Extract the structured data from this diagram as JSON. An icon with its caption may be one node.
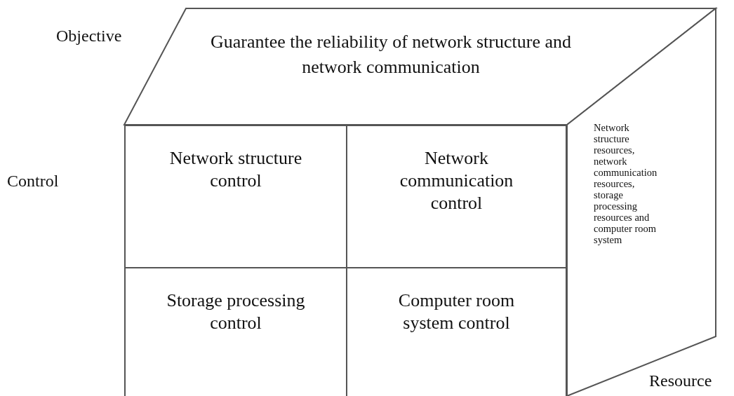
{
  "diagram": {
    "nodes": [
      {
        "text": [
          "Guarantee the reliability of network structure and network communication"
        ]
      },
      {
        "text": [
          "Network structure control"
        ]
      },
      {
        "text": [
          "Network communication control"
        ]
      },
      {
        "text": [
          "Storage processing control"
        ]
      },
      {
        "text": [
          "Computer room system control"
        ]
      },
      {
        "text": [
          "Network structure resources, network communication resources, storage processing resources and computer room system"
        ]
      }
    ],
    "edges": [],
    "labels": [
      "Objective",
      "Control",
      "Resource"
    ]
  }
}
